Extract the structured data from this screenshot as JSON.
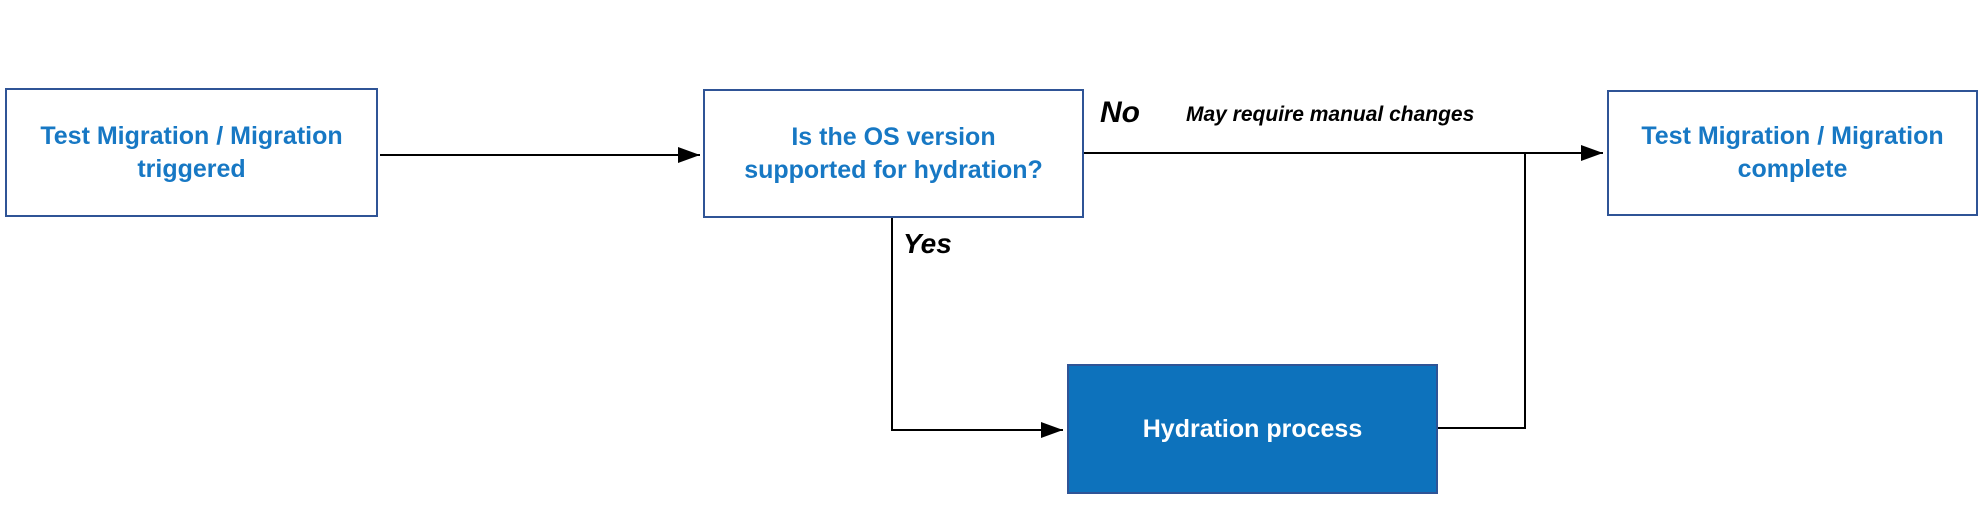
{
  "diagram": {
    "type": "flowchart",
    "nodes": {
      "trigger": {
        "label": "Test Migration / Migration\ntriggered"
      },
      "decision": {
        "label": "Is the OS version\nsupported for hydration?"
      },
      "hydration": {
        "label": "Hydration process"
      },
      "complete": {
        "label": "Test Migration / Migration\ncomplete"
      }
    },
    "edges": {
      "no_label": "No",
      "no_note": "May require manual changes",
      "yes_label": "Yes"
    },
    "colors": {
      "node_border": "#2F5496",
      "node_text": "#1778C4",
      "hydration_fill": "#0D72BC",
      "hydration_text": "#FFFFFF",
      "connector": "#000000",
      "canvas_bg": "#FFFFFF"
    }
  }
}
